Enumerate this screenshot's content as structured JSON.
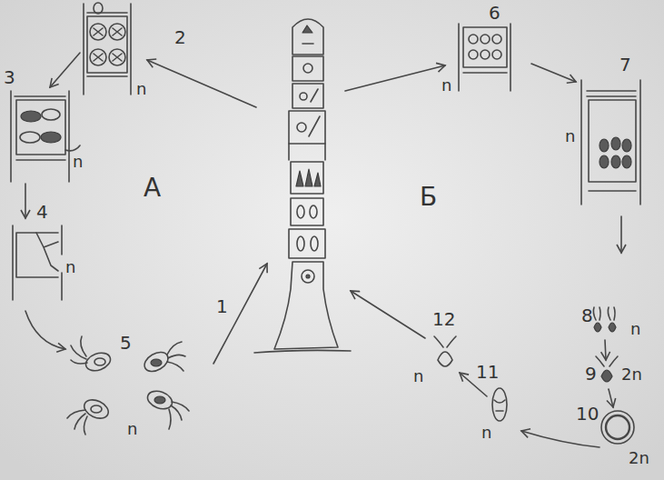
{
  "diagram": {
    "labels": [
      "2",
      "n",
      "3",
      "n",
      "4",
      "n",
      "A",
      "5",
      "n",
      "1",
      "Б",
      "6",
      "n",
      "7",
      "n",
      "8",
      "n",
      "9",
      "2n",
      "10",
      "2n",
      "11",
      "n",
      "12",
      "n"
    ]
  }
}
